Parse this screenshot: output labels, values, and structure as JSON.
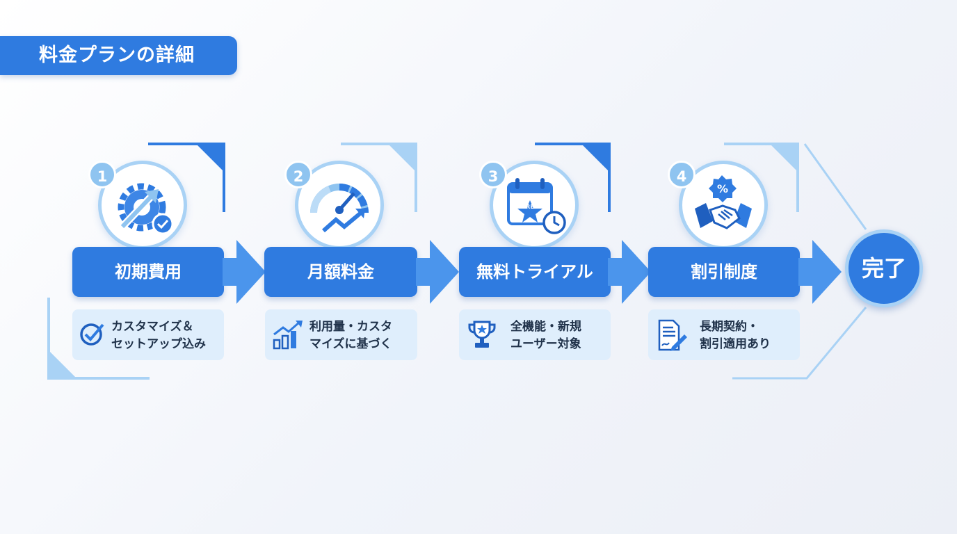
{
  "title": "料金プランの詳細",
  "steps": [
    {
      "number": "1",
      "label": "初期費用",
      "desc": "カスタマイズ＆\nセットアップ込み",
      "icon": "gear-arrow-check-icon",
      "desc_icon": "check-circle-icon"
    },
    {
      "number": "2",
      "label": "月額料金",
      "desc": "利用量・カスタ\nマイズに基づく",
      "icon": "speedometer-trend-icon",
      "desc_icon": "bar-chart-up-icon"
    },
    {
      "number": "3",
      "label": "無料トライアル",
      "desc": "全機能・新規\nユーザー対象",
      "icon": "calendar-free-clock-icon",
      "desc_icon": "trophy-icon",
      "icon_text": "FREE"
    },
    {
      "number": "4",
      "label": "割引制度",
      "desc": "長期契約・\n割引適用あり",
      "icon": "handshake-percent-icon",
      "desc_icon": "contract-sign-icon",
      "icon_text": "%"
    }
  ],
  "end_label": "完了",
  "colors": {
    "primary": "#2f7be0",
    "light": "#a9d2f5",
    "arrow": "#4b95ec",
    "desc_bg": "#dfeefc",
    "dark": "#1f5fbf"
  }
}
